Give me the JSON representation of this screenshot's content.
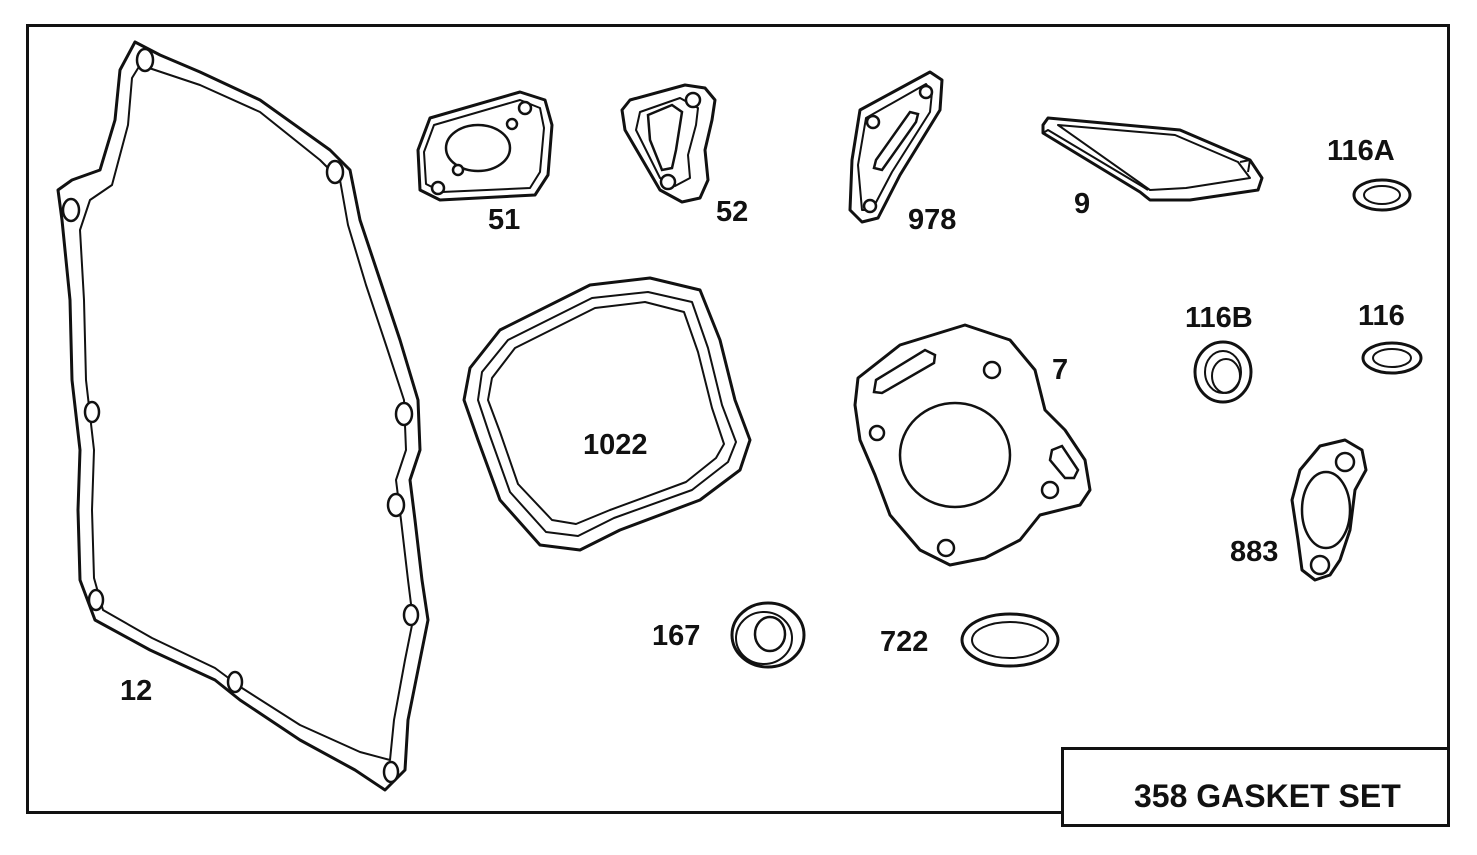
{
  "title": "358 GASKET SET",
  "parts": [
    {
      "id": "p12",
      "label": "12"
    },
    {
      "id": "p51",
      "label": "51"
    },
    {
      "id": "p52",
      "label": "52"
    },
    {
      "id": "p978",
      "label": "978"
    },
    {
      "id": "p9",
      "label": "9"
    },
    {
      "id": "p116A",
      "label": "116A"
    },
    {
      "id": "p1022",
      "label": "1022"
    },
    {
      "id": "p116B",
      "label": "116B"
    },
    {
      "id": "p116",
      "label": "116"
    },
    {
      "id": "p7",
      "label": "7"
    },
    {
      "id": "p883",
      "label": "883"
    },
    {
      "id": "p167",
      "label": "167"
    },
    {
      "id": "p722",
      "label": "722"
    }
  ]
}
